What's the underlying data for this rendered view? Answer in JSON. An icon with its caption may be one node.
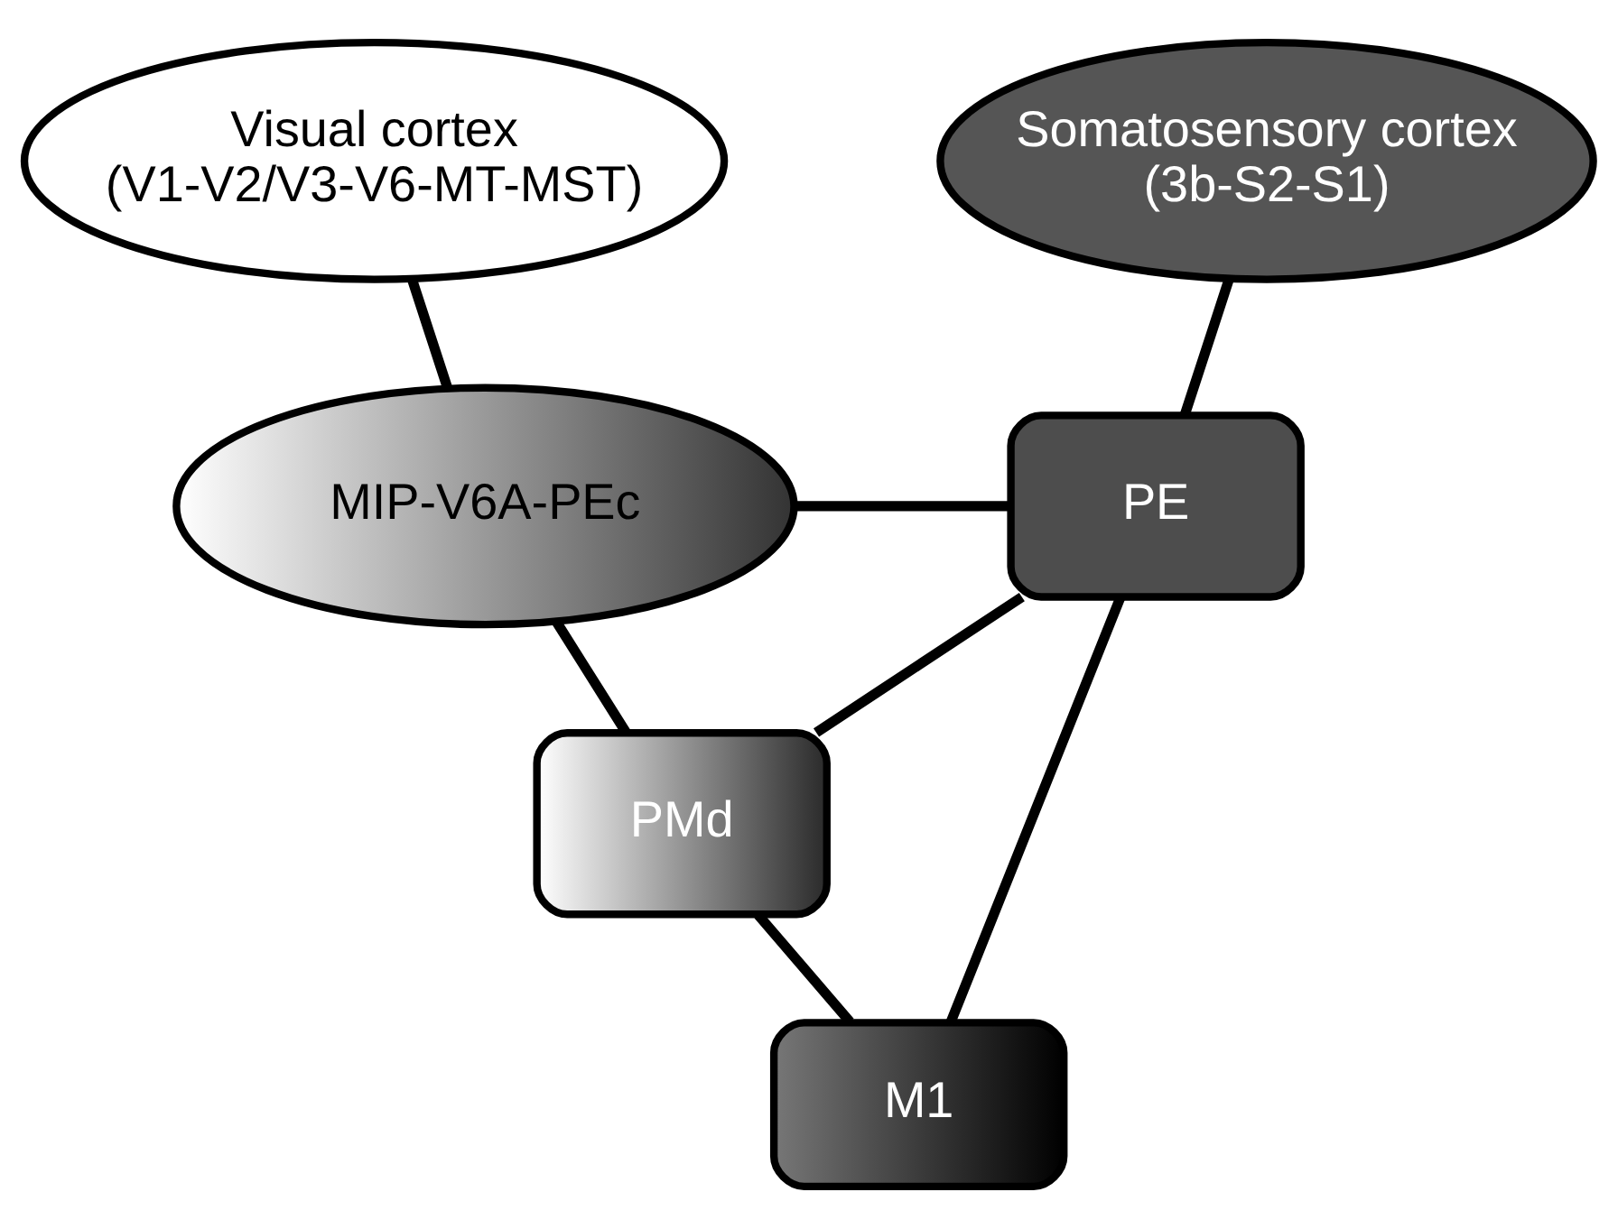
{
  "diagram": {
    "nodes": [
      {
        "text": [
          "Visual cortex",
          "(V1-V2/V3-V6-MT-MST)"
        ]
      },
      {
        "text": [
          "Somatosensory cortex",
          "(3b-S2-S1)"
        ]
      },
      {
        "text": [
          "MIP-V6A-PEc"
        ]
      },
      {
        "text": [
          "PE"
        ]
      },
      {
        "text": [
          "PMd"
        ]
      },
      {
        "text": [
          "M1"
        ]
      }
    ],
    "edges": [
      {
        "from": 0,
        "to": 2,
        "arrow": "none"
      },
      {
        "from": 1,
        "to": 3,
        "arrow": "none"
      },
      {
        "from": 2,
        "to": 3,
        "arrow": "none"
      },
      {
        "from": 2,
        "to": 4,
        "arrow": "none"
      },
      {
        "from": 3,
        "to": 4,
        "arrow": "none"
      },
      {
        "from": 4,
        "to": 5,
        "arrow": "none"
      },
      {
        "from": 3,
        "to": 5,
        "arrow": "none"
      }
    ]
  }
}
